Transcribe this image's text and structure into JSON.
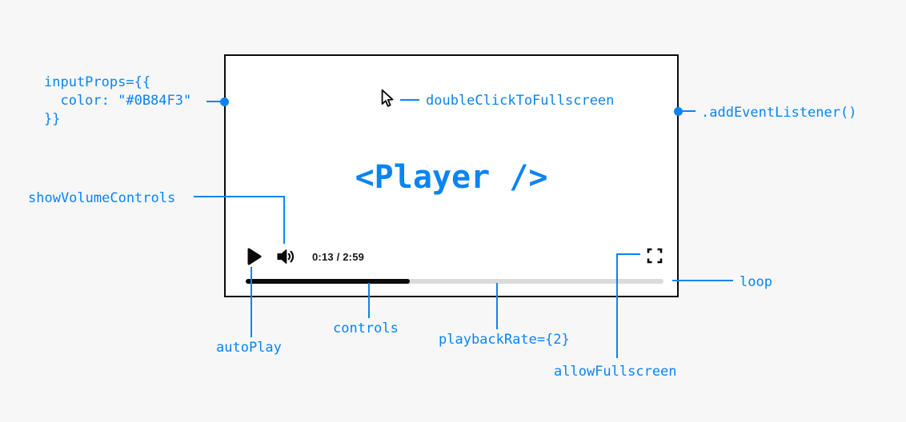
{
  "colors": {
    "accent": "#0B84F3",
    "background": "#F7F7F8",
    "frame_border": "#0A0A0A",
    "frame_bg": "#FFFFFF",
    "progress_played": "#0A0A0A",
    "progress_remaining": "#DBDBDB",
    "icon": "#0A0A0A"
  },
  "player": {
    "title": "<Player />",
    "time": "0:13 / 2:59"
  },
  "labels": {
    "input_props": "inputProps={{\n  color: \"#0B84F3\"\n}}",
    "double_click_to_fullscreen": "doubleClickToFullscreen",
    "add_event_listener": ".addEventListener()",
    "show_volume_controls": "showVolumeControls",
    "loop": "loop",
    "auto_play": "autoPlay",
    "controls": "controls",
    "playback_rate": "playbackRate={2}",
    "allow_fullscreen": "allowFullscreen"
  },
  "icons": {
    "cursor": "cursor-icon",
    "play": "play-icon",
    "volume": "volume-icon",
    "fullscreen": "fullscreen-icon"
  }
}
